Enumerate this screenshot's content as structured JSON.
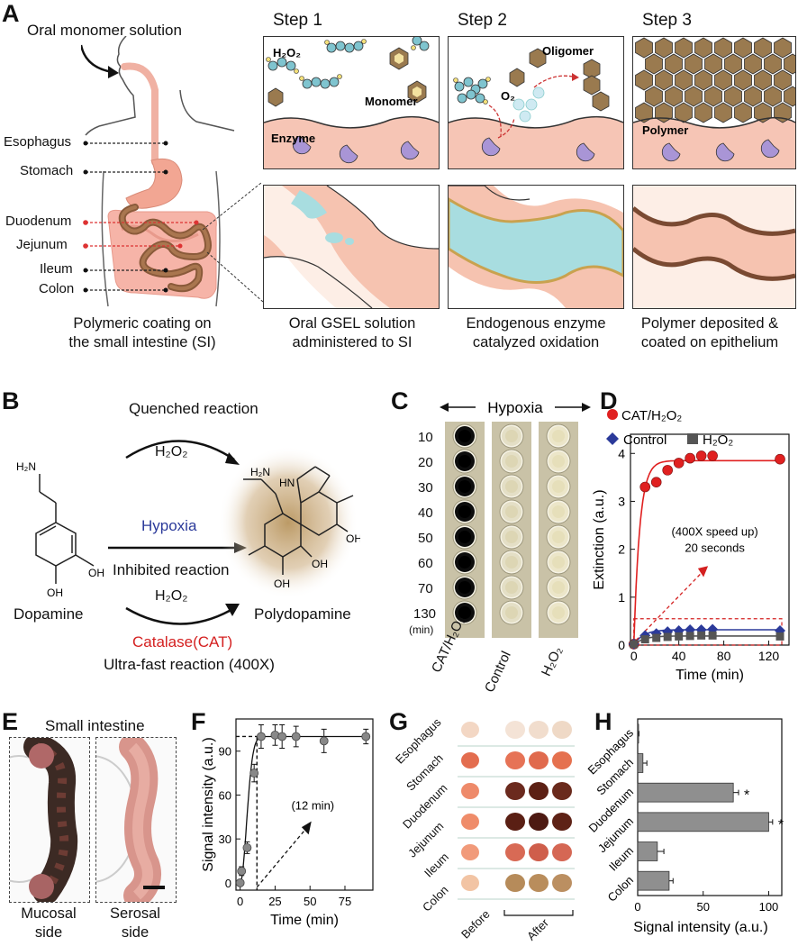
{
  "panels": [
    "A",
    "B",
    "C",
    "D",
    "E",
    "F",
    "G",
    "H"
  ],
  "panelA": {
    "oral_label": "Oral monomer solution",
    "organs": [
      "Esophagus",
      "Stomach",
      "Duodenum",
      "Jejunum",
      "Ileum",
      "Colon"
    ],
    "caption": [
      "Polymeric coating on",
      "the small intestine (SI)"
    ],
    "steps": [
      "Step 1",
      "Step 2",
      "Step 3"
    ],
    "step1": {
      "h2o2": "H₂O₂",
      "monomer": "Monomer",
      "enzyme": "Enzyme"
    },
    "step2": {
      "oligomer": "Oligomer",
      "o2": "O₂"
    },
    "step3": {
      "polymer": "Polymer"
    },
    "captions": [
      [
        "Oral GSEL solution",
        "administered to SI"
      ],
      [
        "Endogenous enzyme",
        "catalyzed oxidation"
      ],
      [
        "Polymer deposited &",
        "coated on epithelium"
      ]
    ]
  },
  "panelB": {
    "quenched": "Quenched reaction",
    "h2o2_top": "H₂O₂",
    "hypoxia": "Hypoxia",
    "inhibited": "Inhibited reaction",
    "h2o2_bottom": "H₂O₂",
    "catalase": "Catalase(CAT)",
    "ultrafast": "Ultra-fast reaction (400X)",
    "dopamine": "Dopamine",
    "polydopamine": "Polydopamine",
    "nh2": "H₂N",
    "oh": "OH",
    "hn": "HN"
  },
  "panelC": {
    "header": "Hypoxia",
    "times": [
      "10",
      "20",
      "30",
      "40",
      "50",
      "60",
      "70",
      "130"
    ],
    "unit": "(min)",
    "columns": [
      "CAT/H₂O₂",
      "Control",
      "H₂O₂"
    ]
  },
  "panelD": {
    "chart_data": {
      "type": "scatter",
      "xlabel": "Time (min)",
      "ylabel": "Extinction (a.u.)",
      "xlim": [
        -3,
        138
      ],
      "ylim": [
        0,
        4.4
      ],
      "xticks": [
        0,
        40,
        80,
        120
      ],
      "yticks": [
        0,
        1,
        2,
        3,
        4
      ],
      "legend": [
        "CAT/H₂O₂",
        "Control",
        "H₂O₂"
      ],
      "series": [
        {
          "name": "CAT/H₂O₂",
          "color": "#e02020",
          "marker": "circle",
          "x": [
            0,
            10,
            20,
            30,
            40,
            50,
            60,
            70,
            130
          ],
          "y": [
            0.02,
            3.3,
            3.4,
            3.65,
            3.8,
            3.9,
            3.95,
            3.95,
            3.88
          ]
        },
        {
          "name": "Control",
          "color": "#2b3a9a",
          "marker": "diamond",
          "x": [
            0,
            10,
            20,
            30,
            40,
            50,
            60,
            70,
            130
          ],
          "y": [
            0.02,
            0.2,
            0.24,
            0.28,
            0.3,
            0.32,
            0.32,
            0.33,
            0.3
          ]
        },
        {
          "name": "H₂O₂",
          "color": "#555555",
          "marker": "square",
          "x": [
            0,
            10,
            20,
            30,
            40,
            50,
            60,
            70,
            130
          ],
          "y": [
            0.02,
            0.12,
            0.15,
            0.17,
            0.18,
            0.19,
            0.2,
            0.2,
            0.18
          ]
        }
      ],
      "annotation": [
        "(400X speed up)",
        "20 seconds"
      ]
    }
  },
  "panelE": {
    "title": "Small intestine",
    "labels": [
      [
        "Mucosal",
        "side"
      ],
      [
        "Serosal",
        "side"
      ]
    ]
  },
  "panelF": {
    "chart_data": {
      "type": "scatter",
      "xlabel": "Time (min)",
      "ylabel": "Signal intensity (a.u.)",
      "xlim": [
        -3,
        95
      ],
      "ylim": [
        -5,
        112
      ],
      "xticks": [
        0,
        25,
        50,
        75
      ],
      "yticks": [
        0,
        30,
        60,
        90
      ],
      "series": [
        {
          "x": [
            0,
            1,
            5,
            10,
            15,
            25,
            30,
            40,
            60,
            90
          ],
          "y": [
            0,
            8,
            24,
            75,
            100,
            101,
            100,
            100,
            97,
            100
          ],
          "err": [
            0,
            3,
            4,
            6,
            8,
            7,
            8,
            7,
            8,
            5
          ]
        }
      ],
      "annotation": "(12 min)"
    }
  },
  "panelG": {
    "organs": [
      "Esophagus",
      "Stomach",
      "Duodenum",
      "Jejunum",
      "Ileum",
      "Colon"
    ],
    "before": "Before",
    "after": "After"
  },
  "panelH": {
    "chart_data": {
      "type": "bar",
      "orientation": "horizontal",
      "categories": [
        "Esophagus",
        "Stomach",
        "Duodenum",
        "Jejunum",
        "Ileum",
        "Colon"
      ],
      "values": [
        0.5,
        4,
        73,
        100,
        15,
        24
      ],
      "errors": [
        0.5,
        3,
        4,
        3,
        5,
        3
      ],
      "significant": [
        false,
        false,
        true,
        true,
        false,
        false
      ],
      "marker": "*",
      "xlabel": "Signal intensity (a.u.)",
      "xlim": [
        0,
        110
      ],
      "xticks": [
        0,
        50,
        100
      ]
    }
  }
}
